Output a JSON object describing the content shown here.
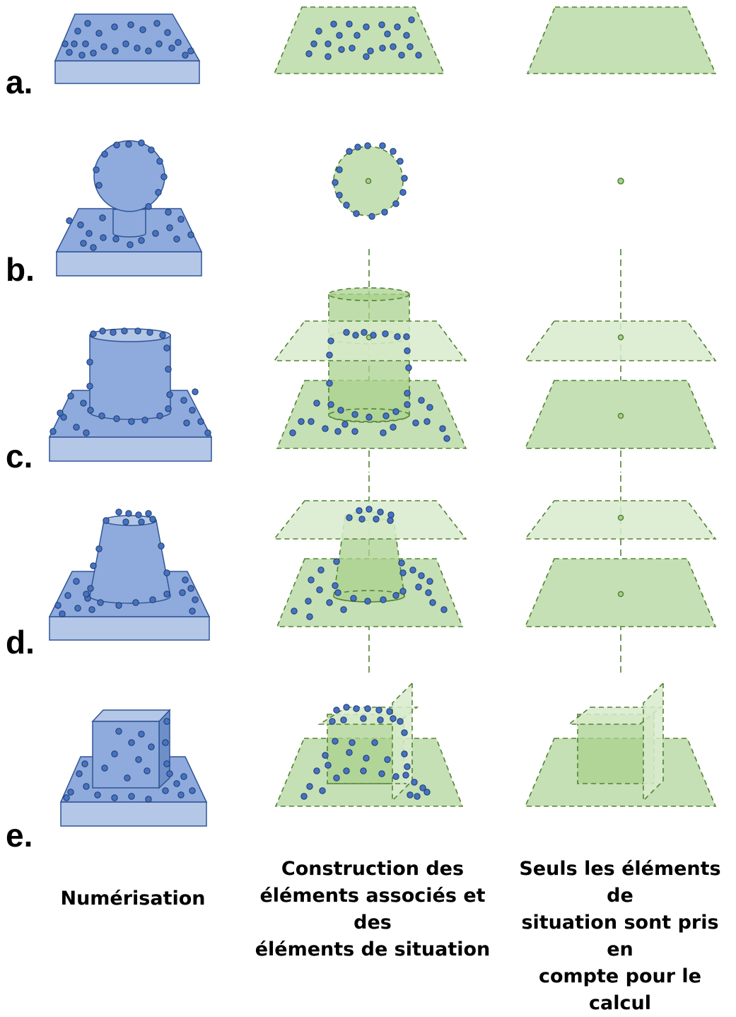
{
  "colors": {
    "blue_fill": "#8FAADC",
    "blue_light": "#B4C7E7",
    "blue_stroke": "#2F5597",
    "point_fill": "#4472C4",
    "green_fill": "#C5E0B4",
    "green_light": "#D8EBCC",
    "green_dark": "#A9D18E",
    "green_stroke": "#548235"
  },
  "rows": [
    {
      "label": "a."
    },
    {
      "label": "b."
    },
    {
      "label": "c."
    },
    {
      "label": "d."
    },
    {
      "label": "e."
    }
  ],
  "columns": [
    {
      "caption": [
        "Numérisation"
      ]
    },
    {
      "caption": [
        "Construction des",
        "éléments associés et des",
        "éléments de situation"
      ]
    },
    {
      "caption": [
        "Seuls les éléments de",
        "situation sont pris en",
        "compte pour le calcul"
      ]
    }
  ]
}
